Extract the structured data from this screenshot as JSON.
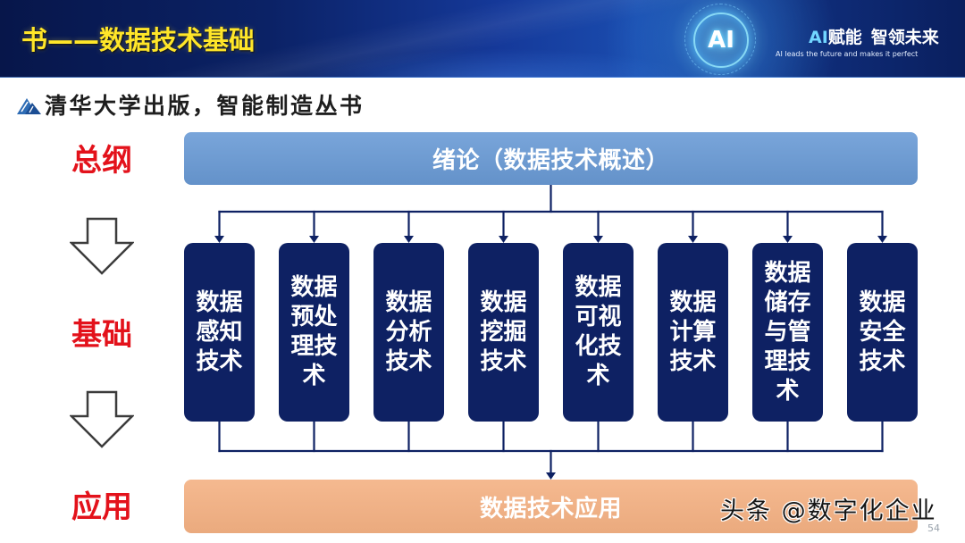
{
  "header": {
    "title": "书——数据技术基础",
    "emblem_text": "AI",
    "slogan_ai": "AI",
    "slogan_word": "赋能",
    "slogan_tagline": "智领未来",
    "slogan_en": "AI leads the future and makes it perfect"
  },
  "publisher": {
    "logo_icon": "publisher-logo-icon",
    "text": "清华大学出版，智能制造丛书"
  },
  "stages": {
    "overview": "总纲",
    "foundation": "基础",
    "application": "应用",
    "arrow_icon": "down-arrow-icon"
  },
  "diagram": {
    "top_box": "绪论（数据技术概述）",
    "modules": [
      {
        "label": "数据感知技术"
      },
      {
        "label": "数据预处理技术"
      },
      {
        "label": "数据分析技术"
      },
      {
        "label": "数据挖掘技术"
      },
      {
        "label": "数据可视化技术"
      },
      {
        "label": "数据计算技术"
      },
      {
        "label": "数据储存与管理技术"
      },
      {
        "label": "数据安全技术"
      }
    ],
    "bottom_box": "数据技术应用"
  },
  "watermark": "头条 @数字化企业",
  "page_number": "54",
  "colors": {
    "title": "#FFE629",
    "stage_label": "#E3121B",
    "top_box": "#6A9BD6",
    "module_box": "#0E2163",
    "bottom_box": "#F4B183",
    "connector": "#0E2163"
  }
}
